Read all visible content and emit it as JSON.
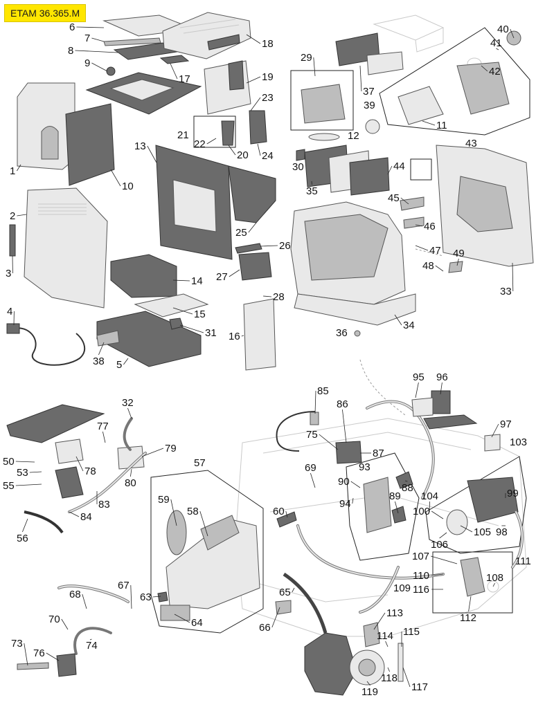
{
  "title": "ETAM 36.365.M",
  "colors": {
    "badge": "#ffe600",
    "part_light": "#e9e9e9",
    "part_dark": "#6b6b6b",
    "line": "#222222"
  },
  "labels": [
    "1",
    "2",
    "3",
    "4",
    "5",
    "6",
    "7",
    "8",
    "9",
    "10",
    "11",
    "12",
    "13",
    "14",
    "15",
    "16",
    "17",
    "18",
    "19",
    "20",
    "21",
    "22",
    "23",
    "24",
    "25",
    "26",
    "27",
    "28",
    "29",
    "30",
    "31",
    "32",
    "33",
    "34",
    "35",
    "36",
    "37",
    "38",
    "39",
    "40",
    "41",
    "42",
    "43",
    "44",
    "45",
    "46",
    "47",
    "48",
    "49",
    "50",
    "53",
    "55",
    "56",
    "57",
    "58",
    "59",
    "60",
    "63",
    "64",
    "65",
    "66",
    "67",
    "68",
    "69",
    "70",
    "73",
    "74",
    "75",
    "76",
    "77",
    "78",
    "79",
    "80",
    "83",
    "84",
    "85",
    "86",
    "87",
    "88",
    "89",
    "90",
    "93",
    "94",
    "95",
    "96",
    "97",
    "98",
    "99",
    "100",
    "103",
    "104",
    "105",
    "106",
    "107",
    "108",
    "109",
    "110",
    "111",
    "112",
    "113",
    "114",
    "115",
    "116",
    "117",
    "118",
    "119"
  ]
}
